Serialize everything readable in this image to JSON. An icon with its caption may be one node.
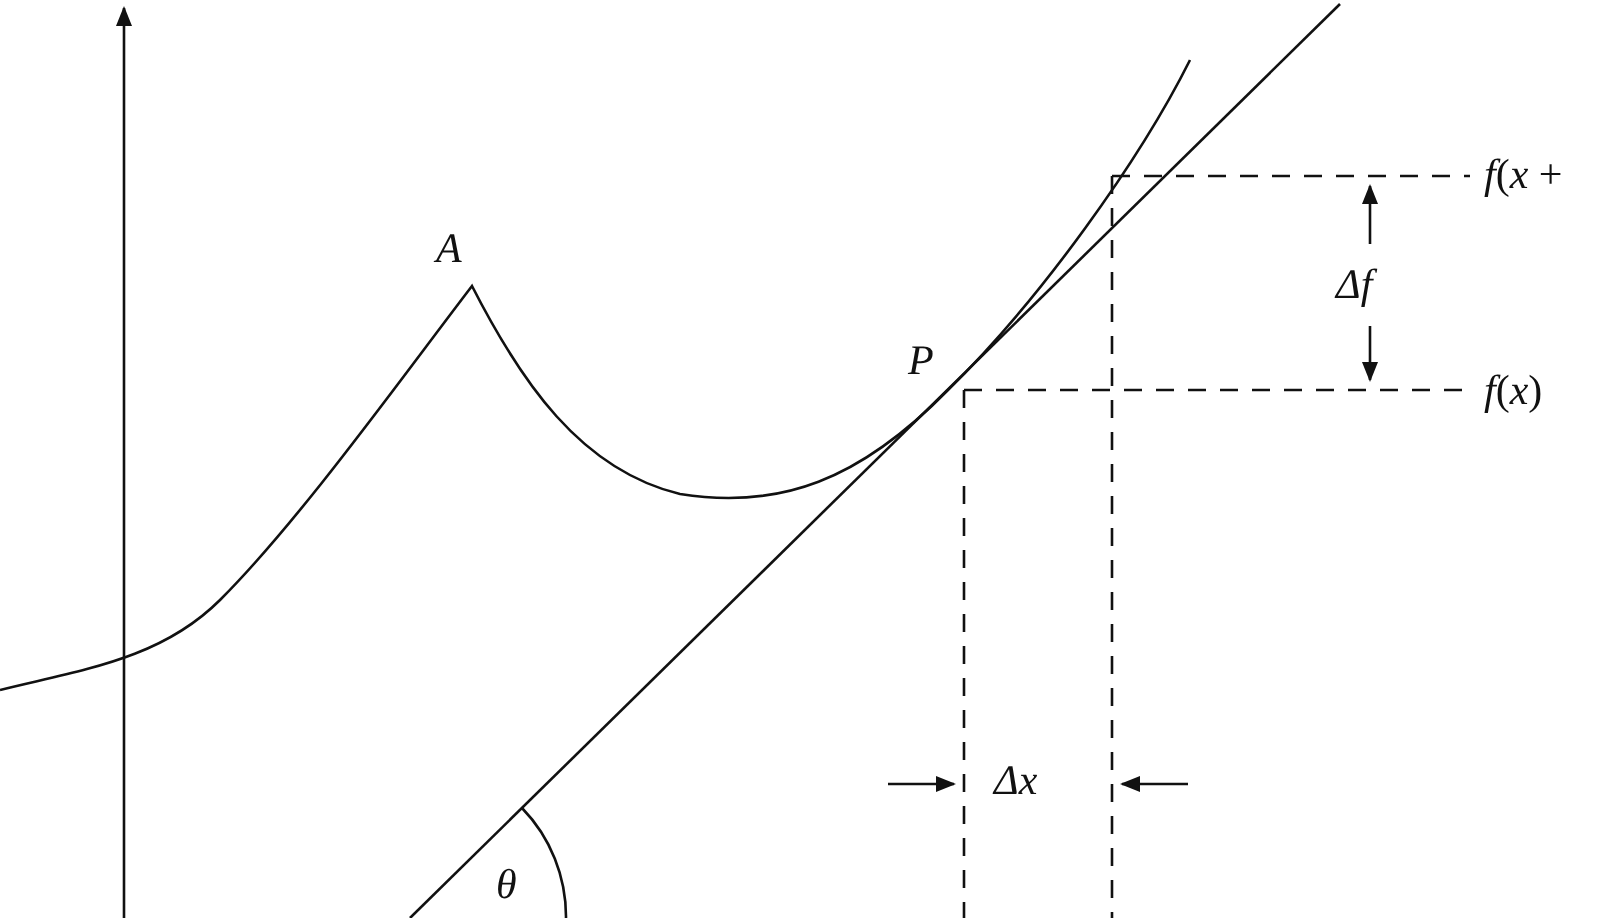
{
  "diagram": {
    "labels": [
      "A",
      "*f*(*x* +",
      "Δf",
      "P",
      "*f*(*x*)",
      "Δx",
      "θ"
    ]
  }
}
